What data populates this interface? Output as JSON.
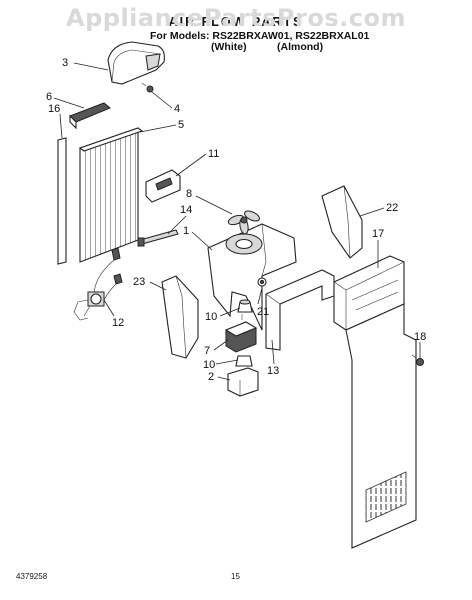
{
  "watermark": "AppliancePartsPros.com",
  "header": {
    "title": "AIR FLOW PARTS",
    "models_line": "For Models: RS22BRXAW01, RS22BRXAL01",
    "finish_white": "(White)",
    "finish_almond": "(Almond)"
  },
  "callouts": [
    "3",
    "6",
    "16",
    "4",
    "5",
    "11",
    "8",
    "14",
    "1",
    "22",
    "17",
    "23",
    "12",
    "21",
    "10",
    "7",
    "10",
    "2",
    "13",
    "18"
  ],
  "footer": {
    "doc_number": "4379258",
    "page_number": "15"
  }
}
